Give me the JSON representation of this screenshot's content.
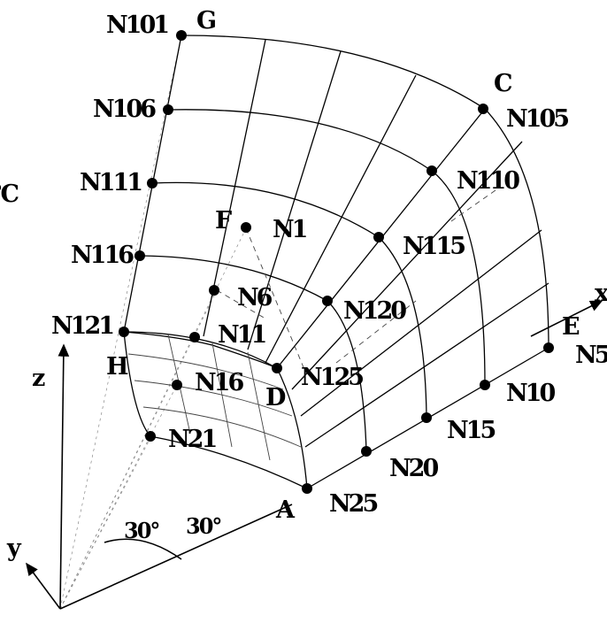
{
  "labels": {
    "G": "G",
    "C": "C",
    "F": "F",
    "E": "E",
    "H": "H",
    "D": "D",
    "A": "A",
    "x": "x",
    "y": "y",
    "z": "z",
    "angle1": "30°",
    "angle2": "30°",
    "temp_fragment": "°C"
  },
  "nodes": {
    "N101": "N101",
    "N106": "N106",
    "N111": "N111",
    "N116": "N116",
    "N121": "N121",
    "N105": "N105",
    "N110": "N110",
    "N115": "N115",
    "N120": "N120",
    "N125": "N125",
    "N1": "N1",
    "N6": "N6",
    "N11": "N11",
    "N16": "N16",
    "N21": "N21",
    "N5": "N5",
    "N10": "N10",
    "N15": "N15",
    "N20": "N20",
    "N25": "N25"
  }
}
